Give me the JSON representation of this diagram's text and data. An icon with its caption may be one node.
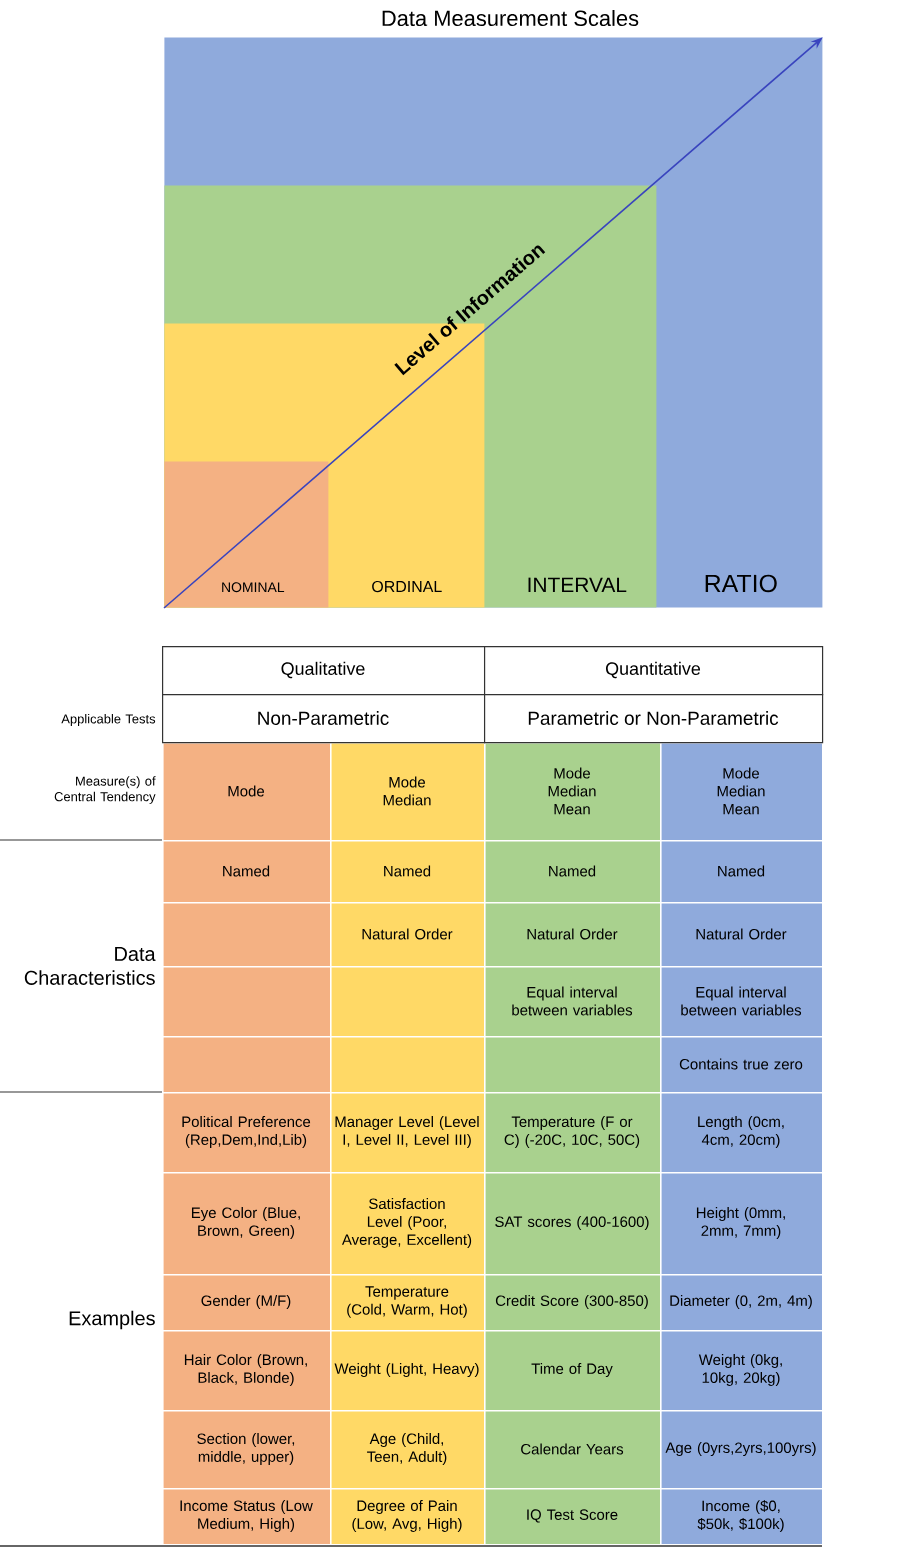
{
  "diagram": {
    "title": "Data Measurement Scales",
    "nodes": [
      {
        "text": [
          "RATIO"
        ]
      },
      {
        "text": [
          "INTERVAL"
        ],
        "in": 0
      },
      {
        "text": [
          "ORDINAL"
        ],
        "in": 1
      },
      {
        "text": [
          "NOMINAL"
        ],
        "in": 2
      }
    ],
    "edges": [
      {
        "from": 3,
        "to": 0,
        "arrow": "to",
        "label": "Level of Information"
      }
    ],
    "labels": [
      "Qualitative",
      "Quantitative",
      "Applicable Tests",
      "Non-Parametric",
      "Parametric or Non-Parametric",
      "Measure(s) of Central Tendency",
      "Mode",
      "Mode Median",
      "Mode Median Mean",
      "Mode Median Mean",
      "Data Characteristics",
      "Named",
      "Named",
      "Named",
      "Named",
      "Natural Order",
      "Natural Order",
      "Natural Order",
      "Equal interval between variables",
      "Equal interval between variables",
      "Contains true zero",
      "Examples",
      "Political Preference (Rep,Dem,Ind,Lib)",
      "Manager Level (Level I, Level II, Level III)",
      "Temperature (F or C) (-20C, 10C, 50C)",
      "Length (0cm, 4cm, 20cm)",
      "Eye Color (Blue, Brown, Green)",
      "Satisfaction Level (Poor, Average, Excellent)",
      "SAT scores (400-1600)",
      "Height (0mm, 2mm, 7mm)",
      "Gender (M/F)",
      "Temperature (Cold, Warm, Hot)",
      "Credit Score (300-850)",
      "Diameter (0, 2m, 4m)",
      "Hair Color (Brown, Black, Blonde)",
      "Weight (Light, Heavy)",
      "Time of Day",
      "Weight (0kg, 10kg, 20kg)",
      "Section (lower, middle, upper)",
      "Age (Child, Teen, Adult)",
      "Calendar Years",
      "Age (0yrs,2yrs,100yrs)",
      "Income Status (Low Medium, High)",
      "Degree of Pain (Low, Avg, High)",
      "IQ Test Score",
      "Income ($0, $50k, $100k)"
    ]
  }
}
